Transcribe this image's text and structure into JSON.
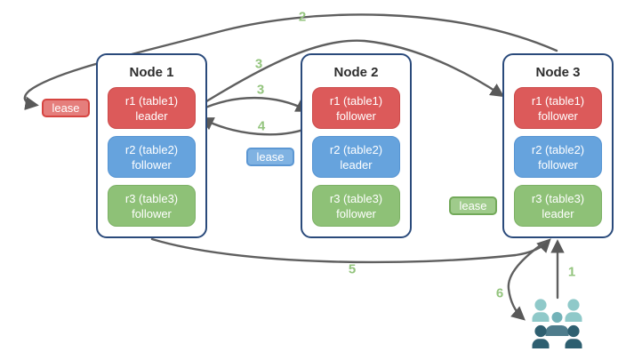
{
  "nodes": [
    {
      "title": "Node 1",
      "replicas": [
        {
          "name": "r1 (table1)",
          "role": "leader",
          "color": "red"
        },
        {
          "name": "r2 (table2)",
          "role": "follower",
          "color": "blue"
        },
        {
          "name": "r3 (table3)",
          "role": "follower",
          "color": "green"
        }
      ]
    },
    {
      "title": "Node 2",
      "replicas": [
        {
          "name": "r1 (table1)",
          "role": "follower",
          "color": "red"
        },
        {
          "name": "r2 (table2)",
          "role": "leader",
          "color": "blue"
        },
        {
          "name": "r3 (table3)",
          "role": "follower",
          "color": "green"
        }
      ]
    },
    {
      "title": "Node 3",
      "replicas": [
        {
          "name": "r1 (table1)",
          "role": "follower",
          "color": "red"
        },
        {
          "name": "r2 (table2)",
          "role": "follower",
          "color": "blue"
        },
        {
          "name": "r3 (table3)",
          "role": "leader",
          "color": "green"
        }
      ]
    }
  ],
  "leases": [
    {
      "label": "lease",
      "color": "red",
      "near": "Node 1 r1 leader"
    },
    {
      "label": "lease",
      "color": "blue",
      "near": "Node 2 r2 leader"
    },
    {
      "label": "lease",
      "color": "green",
      "near": "Node 3 r3 leader"
    }
  ],
  "steps": {
    "s1": "1",
    "s2": "2",
    "s3a": "3",
    "s3b": "3",
    "s4": "4",
    "s5": "5",
    "s6": "6"
  },
  "client": {
    "icon": "users-icon"
  },
  "colors": {
    "red": "#dc5a5a",
    "blue": "#66a3dd",
    "green": "#8ec177",
    "node_border": "#2a4a7b",
    "arrow": "#5f5f5f",
    "step_label": "#93c47d",
    "teal_light": "#8fc9c9",
    "teal_mid": "#72b2b8",
    "teal_slate": "#4e7c8c",
    "teal_dark": "#2e5f70"
  }
}
